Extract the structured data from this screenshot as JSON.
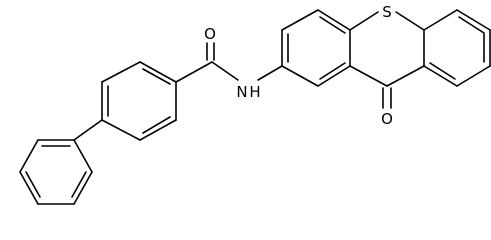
{
  "structure": {
    "atom_labels": {
      "carbonyl_oxygen": "O",
      "amide_nitrogen": "N",
      "amide_hydrogen": "H",
      "thio_sulfur": "S",
      "ketone_oxygen": "O"
    },
    "colors": {
      "bond": "#000000",
      "label": "#000000",
      "background": "#ffffff"
    }
  }
}
